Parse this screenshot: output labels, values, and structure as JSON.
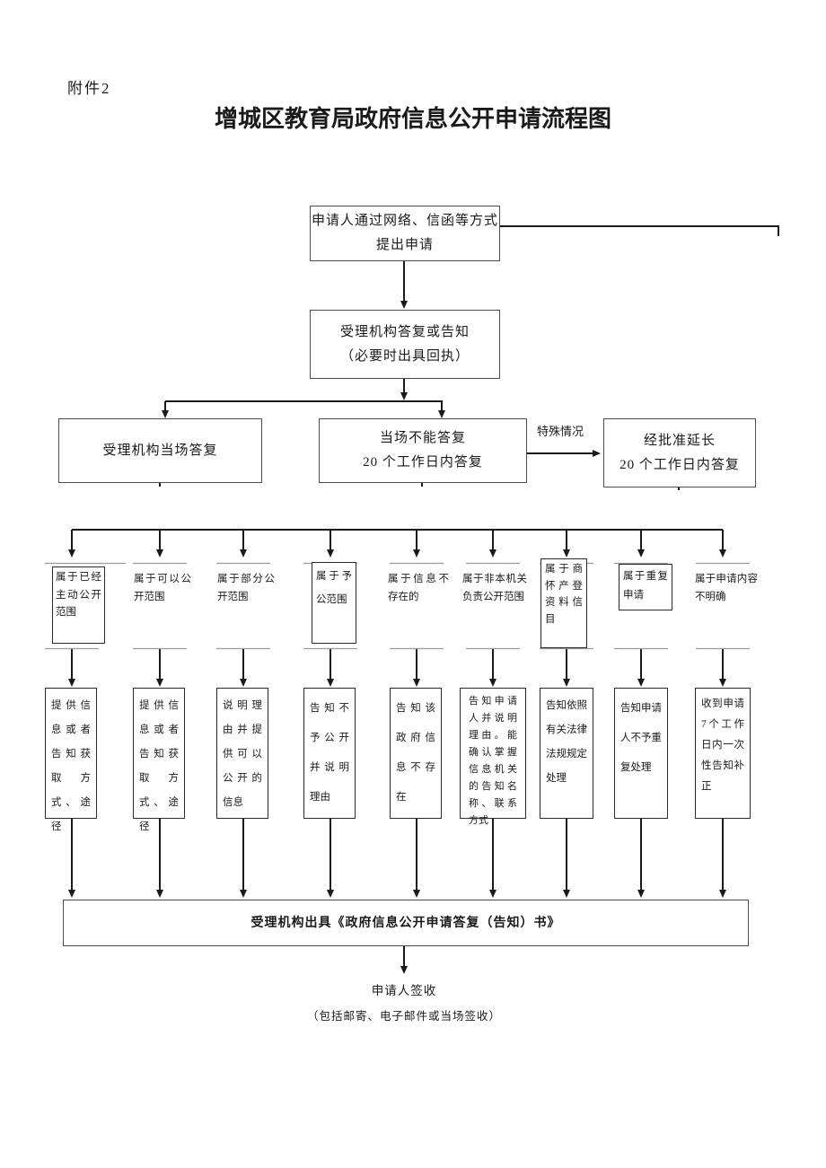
{
  "page": {
    "attachment_label": "附件2",
    "title": "增城区教育局政府信息公开申请流程图"
  },
  "colors": {
    "ink": "#1a1a1a",
    "box_border": "#4d4d4d",
    "cell_rule": "#9a9a9a"
  },
  "flow": {
    "start": "申请人通过网络、信函等方式\n提出申请",
    "reply": "受理机构答复或告知\n（必要时出具回执）",
    "onsite": "受理机构当场答复",
    "within20": "当场不能答复\n20 个工作日内答复",
    "special_label": "特殊情况",
    "extended": "经批准延长\n20 个工作日内答复",
    "conditions": [
      "属于已经主动公开范围",
      "属于可以公开范围",
      "属于部分公开范围",
      "属于予公范围",
      "属于信息不存在的",
      "属于非本机关负责公开范围",
      "属于商怀产登资料信目",
      "属于重复申请",
      "属于申请内容不明确"
    ],
    "results": [
      "提供信息或者告知获取方式、途径",
      "提供信息或者告知获取方式、途径",
      "说明理由并提供可以公开的信息",
      "告知不予公开并说明理由",
      "告知该政府信息不存在",
      "告知申请人并说明理由。能确认掌握信息机关的告知名称、联系方式",
      "告知依照有关法律法规规定处理",
      "告知申请人不予重复处理",
      "收到申请7个工作日内一次性告知补正"
    ],
    "issue": "受理机构出具《政府信息公开申请答复（告知）书》",
    "sign": "申请人签收",
    "sign_note": "（包括邮寄、电子邮件或当场签收）"
  }
}
